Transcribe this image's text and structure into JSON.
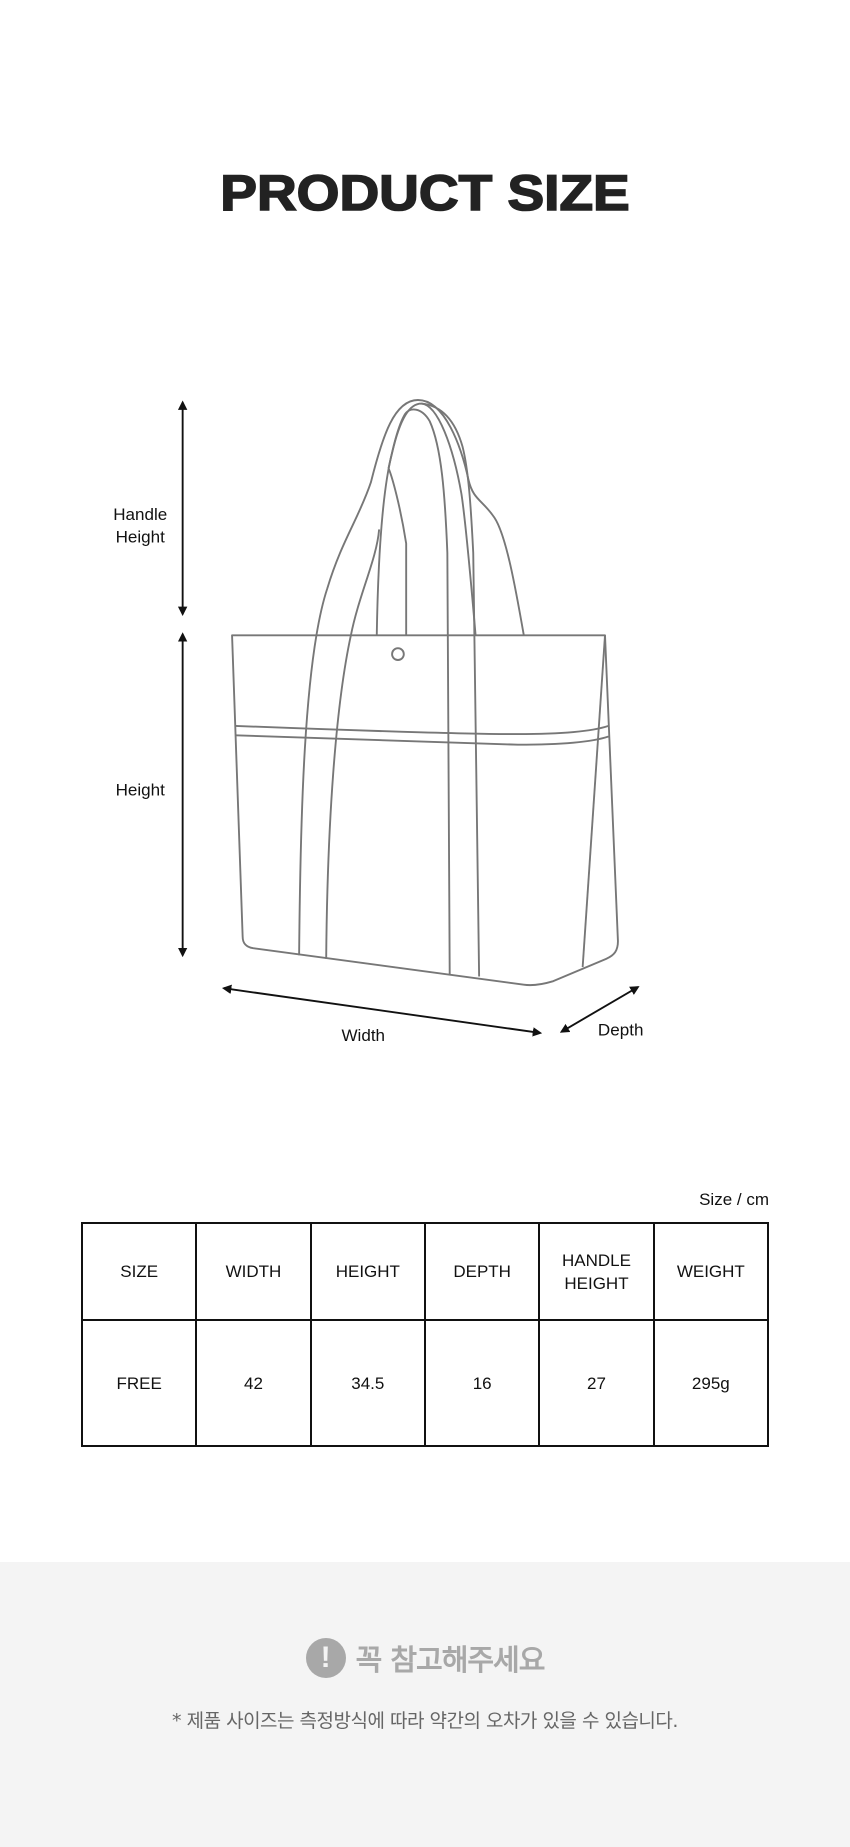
{
  "title": "PRODUCT SIZE",
  "diagram": {
    "labels": {
      "handle_height_1": "Handle",
      "handle_height_2": "Height",
      "height": "Height",
      "width": "Width",
      "depth": "Depth"
    }
  },
  "table": {
    "unit": "Size / cm",
    "headers": [
      "SIZE",
      "WIDTH",
      "HEIGHT",
      "DEPTH",
      "HANDLE",
      "HEIGHT",
      "WEIGHT"
    ],
    "row": [
      "FREE",
      "42",
      "34.5",
      "16",
      "27",
      "295g"
    ]
  },
  "notice": {
    "icon": "exclamation-icon",
    "title": "꼭 참고해주세요",
    "text": "* 제품 사이즈는 측정방식에 따라 약간의 오차가 있을 수 있습니다."
  }
}
